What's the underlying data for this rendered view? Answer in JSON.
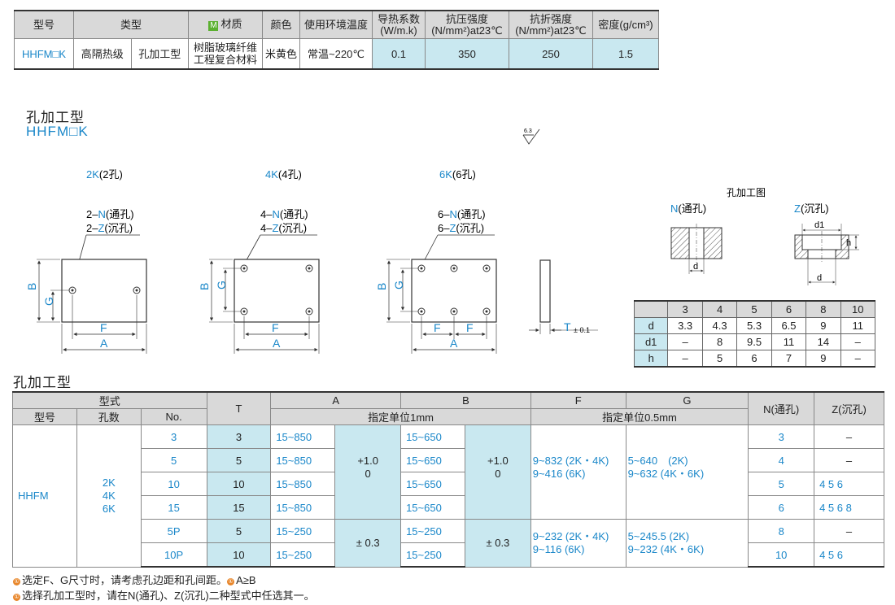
{
  "spec_table": {
    "headers": {
      "model": "型号",
      "type": "类型",
      "material_badge": "M",
      "material": "材质",
      "color": "颜色",
      "temp": "使用环境温度",
      "thermal_1": "导热系数",
      "thermal_2": "(W/m.k)",
      "compress_1": "抗压强度",
      "compress_2": "(N/mm²)at23℃",
      "bend_1": "抗折强度",
      "bend_2": "(N/mm²)at23℃",
      "density": "密度(g/cm³)"
    },
    "row": {
      "model": "HHFM□K",
      "type_a": "高隔热级",
      "type_b": "孔加工型",
      "material_1": "树脂玻璃纤维",
      "material_2": "工程复合材料",
      "color": "米黄色",
      "temp": "常温~220℃",
      "thermal": "0.1",
      "compress": "350",
      "bend": "250",
      "density": "1.5"
    }
  },
  "section": {
    "title": "孔加工型",
    "code": "HHFM□K",
    "roughness": "6.3"
  },
  "drawings": {
    "k2": {
      "title_code": "2K",
      "title_rest": "(2孔)",
      "n_prefix": "2–",
      "z_prefix": "2–",
      "n": "N",
      "n_suffix": "(通孔)",
      "z": "Z",
      "z_suffix": "(沉孔)"
    },
    "k4": {
      "title_code": "4K",
      "title_rest": "(4孔)",
      "n_prefix": "4–",
      "z_prefix": "4–",
      "n": "N",
      "n_suffix": "(通孔)",
      "z": "Z",
      "z_suffix": "(沉孔)"
    },
    "k6": {
      "title_code": "6K",
      "title_rest": "(6孔)",
      "n_prefix": "6–",
      "z_prefix": "6–",
      "n": "N",
      "n_suffix": "(通孔)",
      "z": "Z",
      "z_suffix": "(沉孔)"
    },
    "dims": {
      "B": "B",
      "G": "G",
      "F": "F",
      "A": "A",
      "T": "T",
      "T_tol": "± 0.1"
    }
  },
  "hole_diagram": {
    "title": "孔加工图",
    "n_label": "N",
    "n_text": "(通孔)",
    "z_label": "Z",
    "z_text": "(沉孔)",
    "d": "d",
    "d1": "d1",
    "h": "h"
  },
  "hole_table": {
    "sizes": [
      "3",
      "4",
      "5",
      "6",
      "8",
      "10"
    ],
    "rows": [
      {
        "label": "d",
        "values": [
          "3.3",
          "4.3",
          "5.3",
          "6.5",
          "9",
          "11"
        ]
      },
      {
        "label": "d1",
        "values": [
          "–",
          "8",
          "9.5",
          "11",
          "14",
          "–"
        ]
      },
      {
        "label": "h",
        "values": [
          "–",
          "5",
          "6",
          "7",
          "9",
          "–"
        ]
      }
    ]
  },
  "main_table": {
    "title": "孔加工型",
    "headers": {
      "form": "型式",
      "model": "型号",
      "holes": "孔数",
      "no": "No.",
      "T": "T",
      "A": "A",
      "B": "B",
      "F": "F",
      "G": "G",
      "unit_ab": "指定单位1mm",
      "unit_fg": "指定单位0.5mm",
      "N": "N(通孔)",
      "Z": "Z(沉孔)"
    },
    "model": "HHFM",
    "hole_counts": [
      "2K",
      "4K",
      "6K"
    ],
    "tol_a1_1": "+1.0",
    "tol_a1_2": "0",
    "tol_b1_1": "+1.0",
    "tol_b1_2": "0",
    "tol_a2": "± 0.3",
    "tol_b2": "± 0.3",
    "f_group1": [
      "9~832 (2K・4K)",
      "9~416 (6K)"
    ],
    "g_group1": [
      "5~640　(2K)",
      "9~632 (4K・6K)"
    ],
    "f_group2": [
      "9~232 (2K・4K)",
      "9~116 (6K)"
    ],
    "g_group2": [
      "5~245.5 (2K)",
      "9~232 (4K・6K)"
    ],
    "rows": [
      {
        "no": "3",
        "t": "3",
        "a": "15~850",
        "b": "15~650",
        "n": "3",
        "z": "–"
      },
      {
        "no": "5",
        "t": "5",
        "a": "15~850",
        "b": "15~650",
        "n": "4",
        "z": "–"
      },
      {
        "no": "10",
        "t": "10",
        "a": "15~850",
        "b": "15~650",
        "n": "5",
        "z": "4  5  6"
      },
      {
        "no": "15",
        "t": "15",
        "a": "15~850",
        "b": "15~650",
        "n": "6",
        "z": "4  5  6  8"
      },
      {
        "no": "5P",
        "t": "5",
        "a": "15~250",
        "b": "15~250",
        "n": "8",
        "z": "–"
      },
      {
        "no": "10P",
        "t": "10",
        "a": "15~250",
        "b": "15~250",
        "n": "10",
        "z": "4  5  6"
      }
    ]
  },
  "notes": {
    "mark": "①",
    "line1": "选定F、G尺寸时，请考虑孔边距和孔间距。",
    "line1_b": "A≥B",
    "line2": "选择孔加工型时，请在N(通孔)、Z(沉孔)二种型式中任选其一。"
  },
  "colors": {
    "accent": "#1a87c9",
    "cell_highlight": "#c9e8f0",
    "header_bg": "#d9d9d9",
    "note_mark": "#e8862a"
  }
}
